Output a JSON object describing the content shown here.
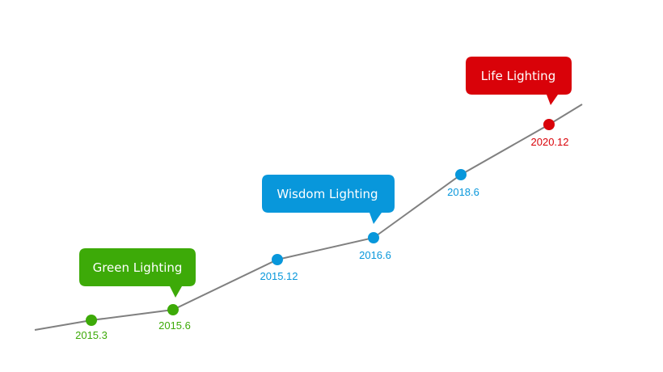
{
  "colors": {
    "green": "#3daa08",
    "blue": "#0897db",
    "red": "#d90209",
    "line": "#808080"
  },
  "milestones": [
    {
      "date": "2015.3",
      "color": "green"
    },
    {
      "date": "2015.6",
      "color": "green"
    },
    {
      "date": "2015.12",
      "color": "blue"
    },
    {
      "date": "2016.6",
      "color": "blue"
    },
    {
      "date": "2018.6",
      "color": "blue"
    },
    {
      "date": "2020.12",
      "color": "red"
    }
  ],
  "callouts": [
    {
      "text": "Green Lighting",
      "color": "green"
    },
    {
      "text": "Wisdom Lighting",
      "color": "blue"
    },
    {
      "text": "Life Lighting",
      "color": "red"
    }
  ]
}
